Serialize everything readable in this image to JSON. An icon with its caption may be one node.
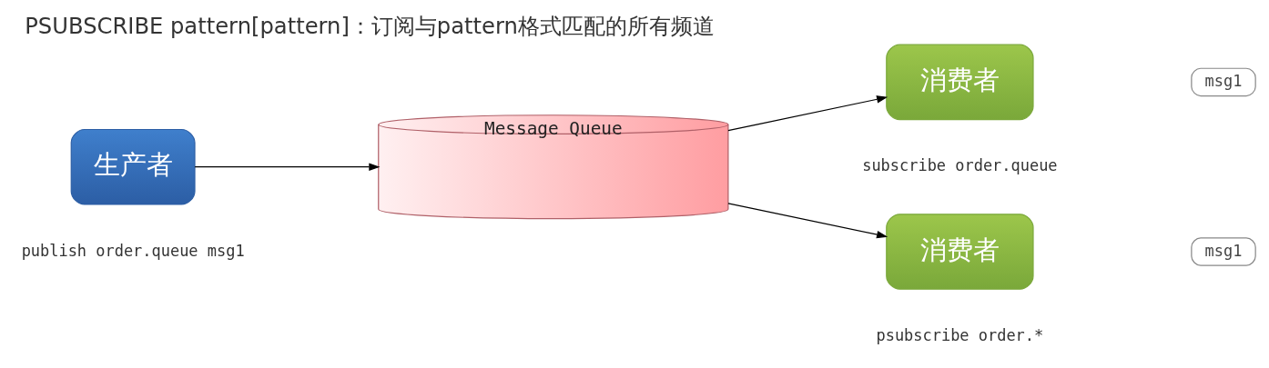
{
  "diagram": {
    "title": "PSUBSCRIBE pattern[pattern]：订阅与pattern格式匹配的所有频道",
    "nodes": [
      {
        "text": [
          "生产者"
        ],
        "beside": [
          "publish order.queue msg1"
        ]
      },
      {
        "text": [
          "Message Queue"
        ]
      },
      {
        "text": [
          "消费者"
        ],
        "beside": [
          "subscribe order.queue"
        ]
      },
      {
        "text": [
          "msg1"
        ]
      },
      {
        "text": [
          "消费者"
        ],
        "beside": [
          "psubscribe order.*"
        ]
      },
      {
        "text": [
          "msg1"
        ]
      }
    ],
    "edges": [
      {
        "from": 0,
        "to": 1,
        "arrow": "to"
      },
      {
        "from": 1,
        "to": 2,
        "arrow": "to"
      },
      {
        "from": 1,
        "to": 4,
        "arrow": "to"
      }
    ]
  }
}
